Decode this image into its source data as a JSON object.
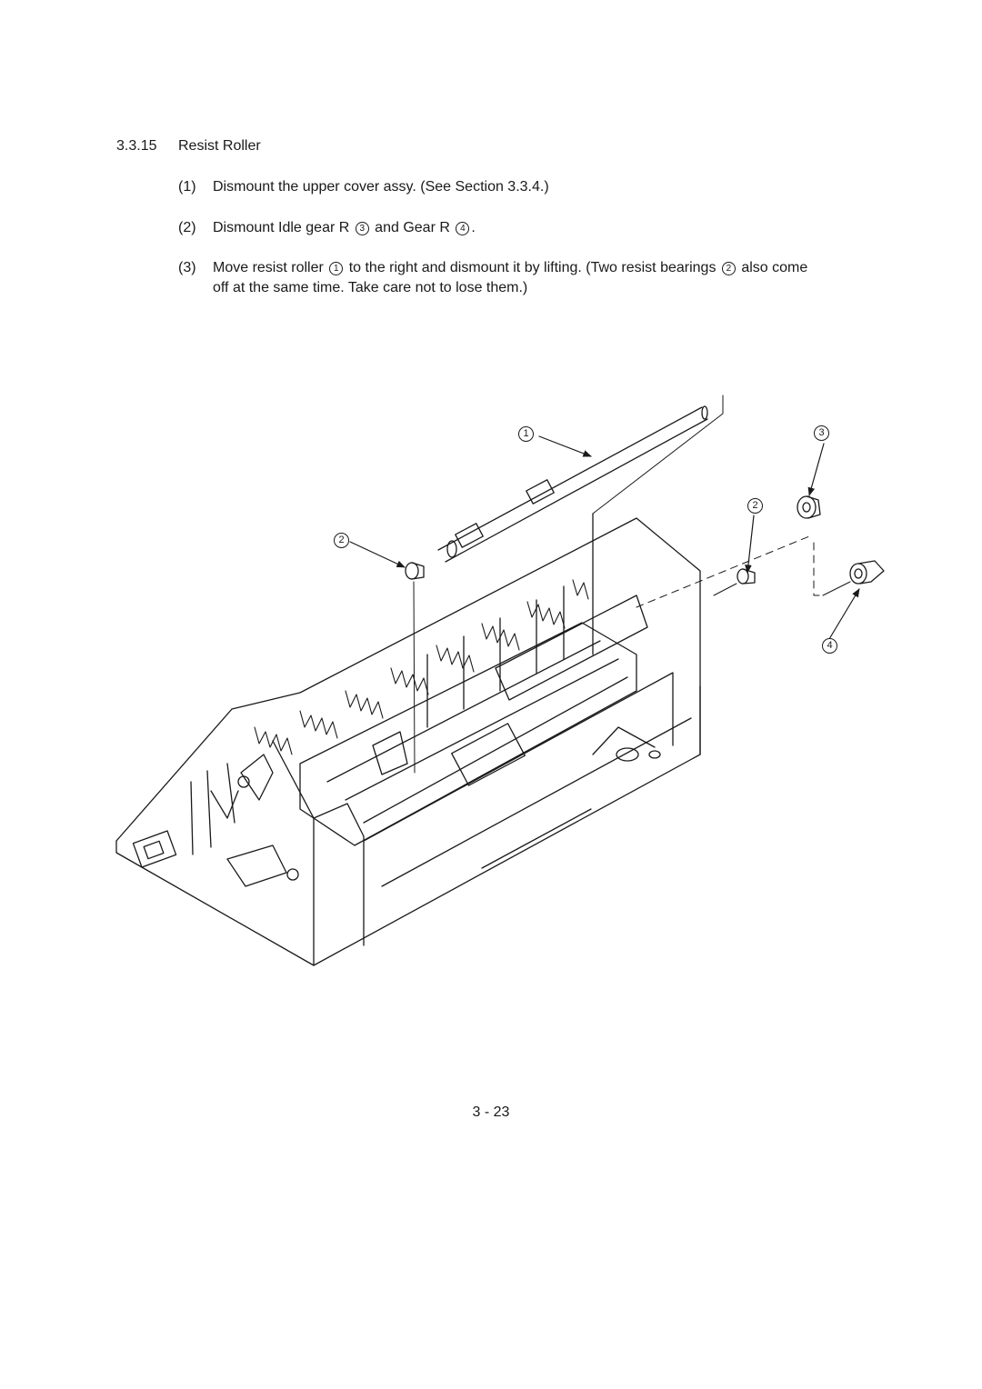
{
  "section": {
    "number": "3.3.15",
    "title": "Resist Roller"
  },
  "steps": [
    {
      "num": "(1)",
      "text": "Dismount the upper cover assy.  (See Section 3.3.4.)"
    },
    {
      "num": "(2)",
      "a": "Dismount Idle gear R ",
      "c1": "3",
      "b": " and Gear R ",
      "c2": "4",
      "end": "."
    },
    {
      "num": "(3)",
      "a": "Move resist roller ",
      "c1": "1",
      "b": " to the right and dismount it by lifting.  (Two resist bearings ",
      "c2": "2",
      "c": " also come",
      "cont": "off at the same time.  Take care not to lose them.)"
    }
  ],
  "callouts": {
    "roller": "1",
    "bearing_left": "2",
    "bearing_right": "2",
    "idle_gear": "3",
    "gear_r": "4"
  },
  "page_number": "3 - 23"
}
